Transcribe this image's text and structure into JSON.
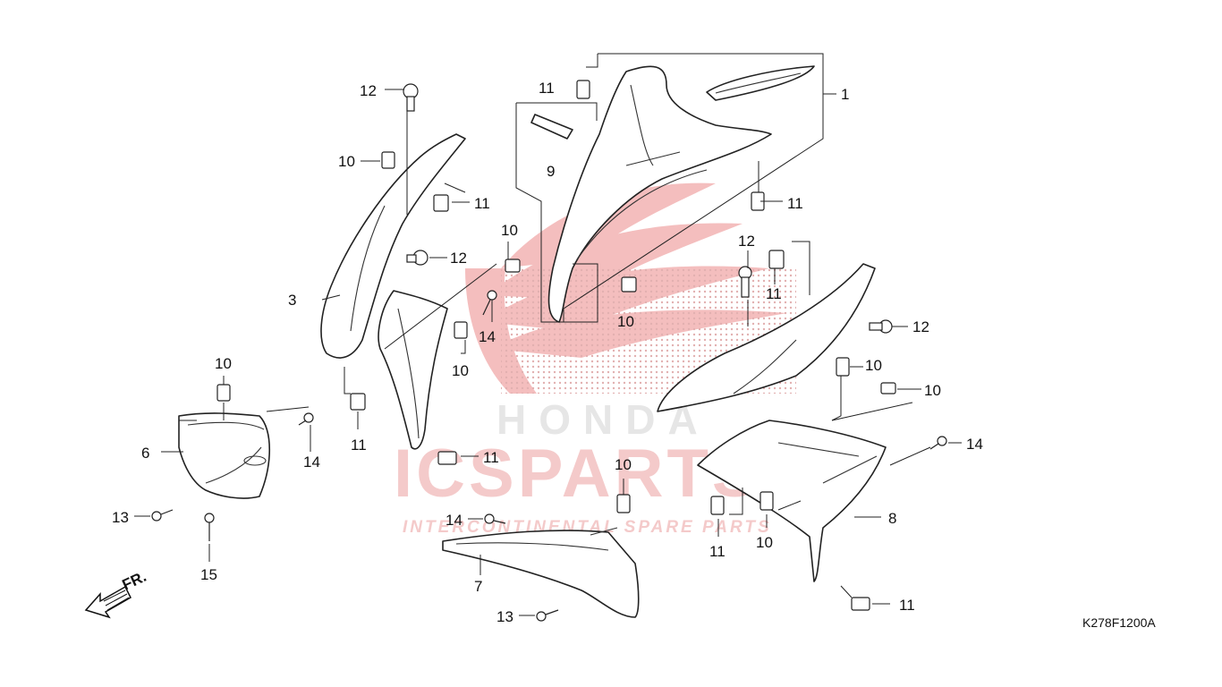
{
  "diagram": {
    "code": "K278F1200A",
    "direction_label": "FR.",
    "watermark": {
      "brand_line": "HONDA",
      "name": "ICSPARTS",
      "tagline": "INTERCONTINENTAL SPARE PARTS"
    },
    "callouts": {
      "c1": "1",
      "c3": "3",
      "c6": "6",
      "c7": "7",
      "c8": "8",
      "c9": "9",
      "c10a": "10",
      "c10b": "10",
      "c10c": "10",
      "c10d": "10",
      "c10e": "10",
      "c10f": "10",
      "c10g": "10",
      "c10h": "10",
      "c10i": "10",
      "c11a": "11",
      "c11b": "11",
      "c11c": "11",
      "c11d": "11",
      "c11e": "11",
      "c11f": "11",
      "c11g": "11",
      "c11h": "11",
      "c12a": "12",
      "c12b": "12",
      "c12c": "12",
      "c12d": "12",
      "c13a": "13",
      "c13b": "13",
      "c14a": "14",
      "c14b": "14",
      "c14c": "14",
      "c14d": "14",
      "c15": "15"
    }
  }
}
